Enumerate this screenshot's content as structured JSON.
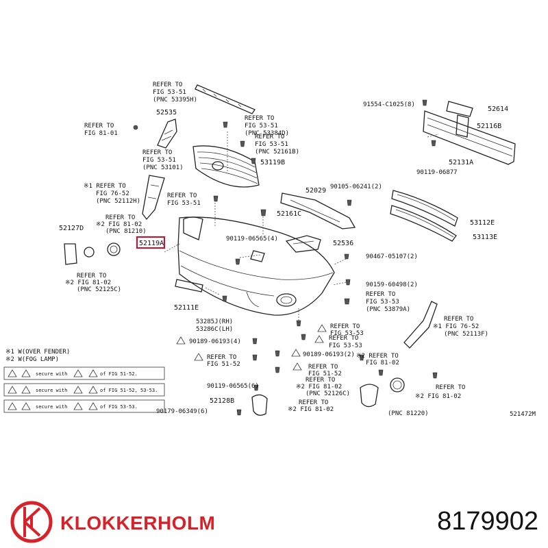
{
  "diagram": {
    "labels": [
      {
        "id": "l1",
        "text": "REFER TO"
      },
      {
        "id": "l2",
        "text": "FIG 53-51"
      },
      {
        "id": "l3",
        "text": "(PNC 53395H)"
      },
      {
        "id": "l4",
        "text": "52535"
      },
      {
        "id": "l5",
        "text": "REFER TO"
      },
      {
        "id": "l6",
        "text": "FIG 81-01"
      },
      {
        "id": "l7",
        "text": "REFER TO"
      },
      {
        "id": "l8",
        "text": "FIG 53-51"
      },
      {
        "id": "l9",
        "text": "(PNC 53384D)"
      },
      {
        "id": "l10",
        "text": "REFER TO"
      },
      {
        "id": "l11",
        "text": "FIG 53-51"
      },
      {
        "id": "l12",
        "text": "(PNC 52161B)"
      },
      {
        "id": "l13",
        "text": "REFER TO"
      },
      {
        "id": "l14",
        "text": "FIG 53-51"
      },
      {
        "id": "l15",
        "text": "(PNC 53101)"
      },
      {
        "id": "l16",
        "text": "53119B"
      },
      {
        "id": "l17",
        "text": "91554-C1025(8)"
      },
      {
        "id": "l18",
        "text": "52614"
      },
      {
        "id": "l19",
        "text": "52116B"
      },
      {
        "id": "l20",
        "text": "52131A"
      },
      {
        "id": "l21",
        "text": "90119-06877"
      },
      {
        "id": "l22",
        "text": "※1 REFER TO"
      },
      {
        "id": "l23",
        "text": "FIG 76-52"
      },
      {
        "id": "l24",
        "text": "(PNC 52112H)"
      },
      {
        "id": "l25",
        "text": "REFER TO"
      },
      {
        "id": "l26",
        "text": "FIG 53-51"
      },
      {
        "id": "l27",
        "text": "52029"
      },
      {
        "id": "l28",
        "text": "90105-06241(2)"
      },
      {
        "id": "l29",
        "text": "52161C"
      },
      {
        "id": "l30",
        "text": "53112E"
      },
      {
        "id": "l31",
        "text": "53113E"
      },
      {
        "id": "l32",
        "text": "REFER TO"
      },
      {
        "id": "l33",
        "text": "※2 FIG 81-02"
      },
      {
        "id": "l34",
        "text": "(PNC 81210)"
      },
      {
        "id": "l35",
        "text": "52127D"
      },
      {
        "id": "l36",
        "text": "52119A"
      },
      {
        "id": "l37",
        "text": "90119-06565(4)"
      },
      {
        "id": "l38",
        "text": "52536"
      },
      {
        "id": "l39",
        "text": "90467-05107(2)"
      },
      {
        "id": "l40",
        "text": "REFER TO"
      },
      {
        "id": "l41",
        "text": "※2 FIG 81-02"
      },
      {
        "id": "l42",
        "text": "(PNC 52125C)"
      },
      {
        "id": "l43",
        "text": "90159-60498(2)"
      },
      {
        "id": "l44",
        "text": "REFER TO"
      },
      {
        "id": "l45",
        "text": "FIG 53-53"
      },
      {
        "id": "l46",
        "text": "(PNC 53879A)"
      },
      {
        "id": "l47",
        "text": "52111E"
      },
      {
        "id": "l48",
        "text": "REFER TO"
      },
      {
        "id": "l49",
        "text": "※1 FIG 76-52"
      },
      {
        "id": "l50",
        "text": "(PNC 52113F)"
      },
      {
        "id": "l51",
        "text": "53285J(RH)"
      },
      {
        "id": "l52",
        "text": "53286C(LH)"
      },
      {
        "id": "l53",
        "text": "REFER TO"
      },
      {
        "id": "l54",
        "text": "FIG 53-53"
      },
      {
        "id": "l55",
        "text": "REFER TO"
      },
      {
        "id": "l56",
        "text": "FIG 53-53"
      },
      {
        "id": "l57",
        "text": "90189-06193(4)"
      },
      {
        "id": "l58",
        "text": "90189-06193(2)"
      },
      {
        "id": "l59",
        "text": "※1 W(OVER FENDER)"
      },
      {
        "id": "l60",
        "text": "※2 W(FOG LAMP)"
      },
      {
        "id": "l61",
        "text": "REFER TO"
      },
      {
        "id": "l62",
        "text": "FIG 51-52"
      },
      {
        "id": "l63",
        "text": "※2 REFER TO"
      },
      {
        "id": "l64",
        "text": "FIG 81-02"
      },
      {
        "id": "l65",
        "text": "REFER TO"
      },
      {
        "id": "l66",
        "text": "FIG 51-52"
      },
      {
        "id": "l67",
        "text": "90119-06565(6)"
      },
      {
        "id": "l68",
        "text": "REFER TO"
      },
      {
        "id": "l69",
        "text": "※2 FIG 81-02"
      },
      {
        "id": "l70",
        "text": "(PNC 52126C)"
      },
      {
        "id": "l71",
        "text": "REFER TO"
      },
      {
        "id": "l72",
        "text": "※2 FIG 81-02"
      },
      {
        "id": "l73",
        "text": "52128B"
      },
      {
        "id": "l74",
        "text": "REFER TO"
      },
      {
        "id": "l75",
        "text": "※2 FIG 81-02"
      },
      {
        "id": "l76",
        "text": "(PNC 81220)"
      },
      {
        "id": "l77",
        "text": "90179-06349(6)"
      },
      {
        "id": "l78",
        "text": "521472M"
      }
    ],
    "notes": [
      {
        "id": "n1",
        "text": "secure with",
        "suffix": "of FIG 51-52."
      },
      {
        "id": "n2",
        "text": "secure with",
        "suffix": "of FIG 51-52, 53-53."
      },
      {
        "id": "n3",
        "text": "secure with",
        "suffix": "of FIG 53-53."
      }
    ]
  },
  "brand": {
    "name": "KLOKKERHOLM",
    "article_number": "8179902",
    "color": "#d6232a"
  }
}
